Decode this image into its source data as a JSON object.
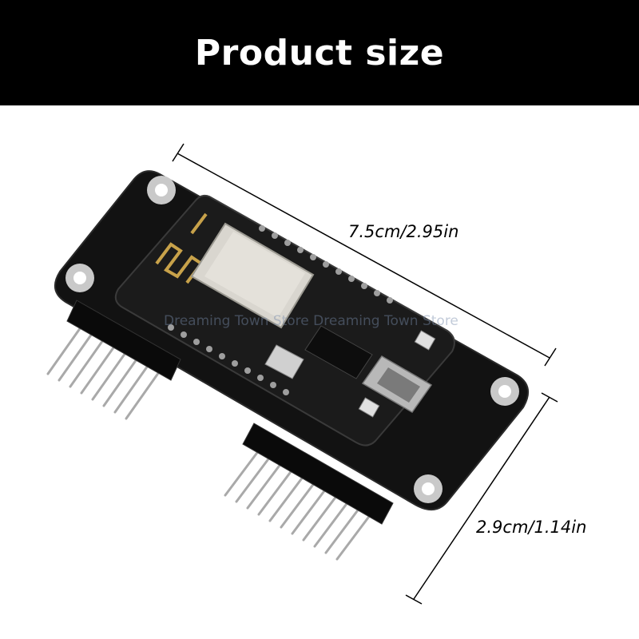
{
  "header": {
    "title": "Product size"
  },
  "dimensions": {
    "length": "7.5cm/2.95in",
    "width": "2.9cm/1.14in"
  },
  "watermark": {
    "text": "Dreaming Town Store Dreaming Town Store"
  },
  "colors": {
    "banner": "#000000",
    "background": "#ffffff",
    "pcb": "#121212",
    "module_shield": "#d9d6cf",
    "pin_metal": "#a9a9a9"
  }
}
